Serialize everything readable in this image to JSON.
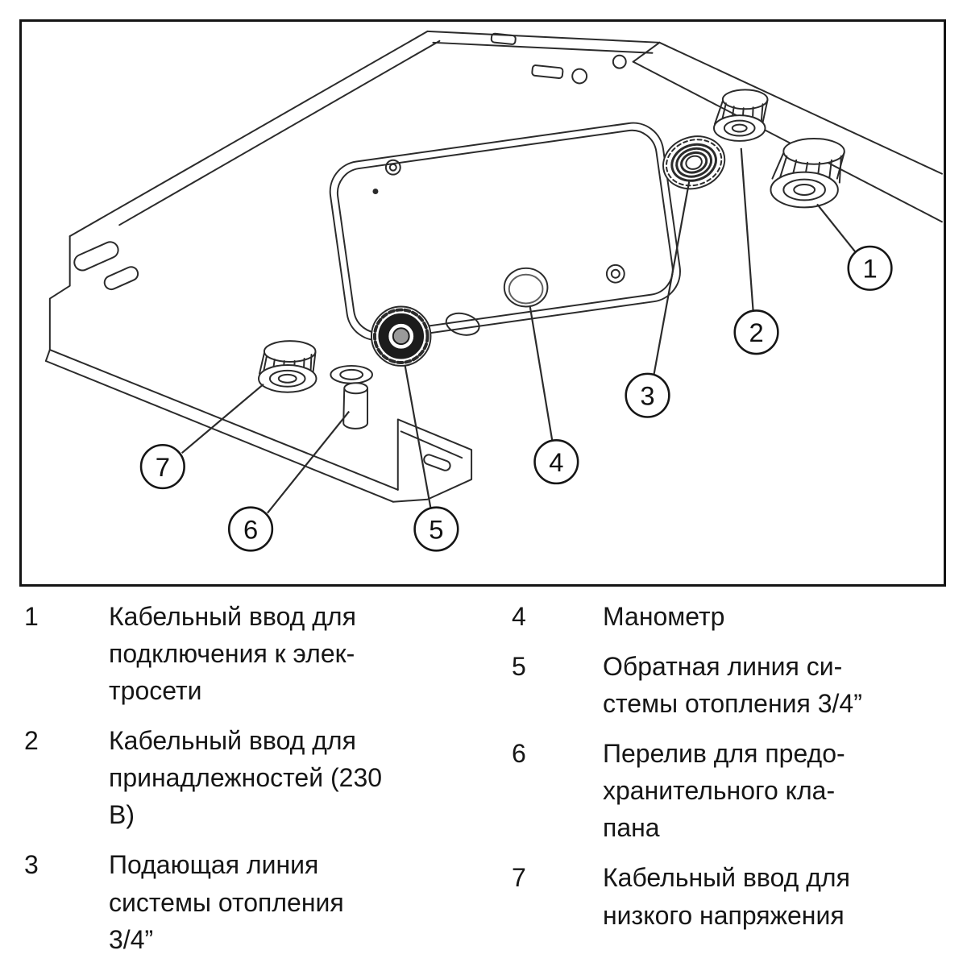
{
  "figure": {
    "description": "Bottom view of boiler with connection fittings",
    "callouts": [
      "1",
      "2",
      "3",
      "4",
      "5",
      "6",
      "7"
    ]
  },
  "legend": {
    "left": [
      {
        "num": "1",
        "text": "Кабельный ввод для\nподключения к элек-\nтросети"
      },
      {
        "num": "2",
        "text": "Кабельный ввод для\nпринадлежностей (230\nВ)"
      },
      {
        "num": "3",
        "text": "Подающая линия\nсистемы отопления\n3/4”"
      }
    ],
    "right": [
      {
        "num": "4",
        "text": "Манометр"
      },
      {
        "num": "5",
        "text": "Обратная линия си-\nстемы отопления 3/4”"
      },
      {
        "num": "6",
        "text": "Перелив для предо-\nхранительного кла-\nпана"
      },
      {
        "num": "7",
        "text": "Кабельный ввод для\nнизкого напряжения"
      }
    ]
  },
  "colors": {
    "line": "#2b2b2b",
    "border": "#141414",
    "dark_fitting": "#1c1c1c"
  }
}
